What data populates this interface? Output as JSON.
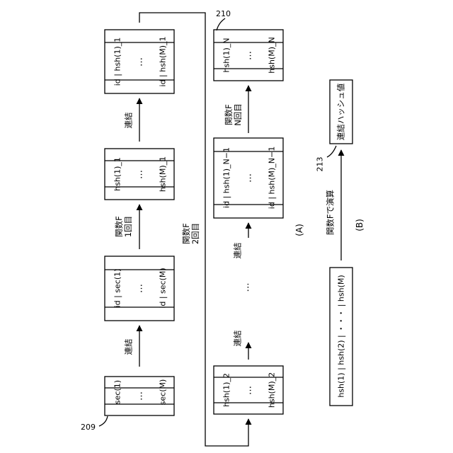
{
  "labels": {
    "part_a": "(A)",
    "part_b": "(B)",
    "ref_209": "209",
    "ref_210": "210",
    "ref_213": "213",
    "concat": "連結",
    "func_once_l1": "関数F",
    "func_once_l2": "1回目",
    "func_twice_l1": "関数F",
    "func_twice_l2": "2回目",
    "func_n_l1": "関数F",
    "func_n_l2": "N回目",
    "compute": "関数Fで演算",
    "ellipsis": "…",
    "vdots": "⋮"
  },
  "blocks": {
    "sec": {
      "first": "sec(1)",
      "last": "sec(M)"
    },
    "id_sec": {
      "first": "id | sec(1)",
      "last": "id | sec(M)"
    },
    "hsh_1": {
      "first": "hsh(1)_1",
      "last": "hsh(M)_1"
    },
    "id_hsh_1": {
      "first": "id | hsh(1)_1",
      "last": "id | hsh(M)_1"
    },
    "hsh_2": {
      "first": "hsh(1)_2",
      "last": "hsh(M)_2"
    },
    "id_hsh_n1": {
      "first": "id | hsh(1)_N−1",
      "last": "id | hsh(M)_N−1"
    },
    "hsh_n": {
      "first": "hsh(1)_N",
      "last": "hsh(M)_N"
    }
  },
  "part_b": {
    "concat_string": "hsh(1) | hsh(2) | ・・・ | hsh(M)",
    "result": "連結ハッシュ値"
  }
}
